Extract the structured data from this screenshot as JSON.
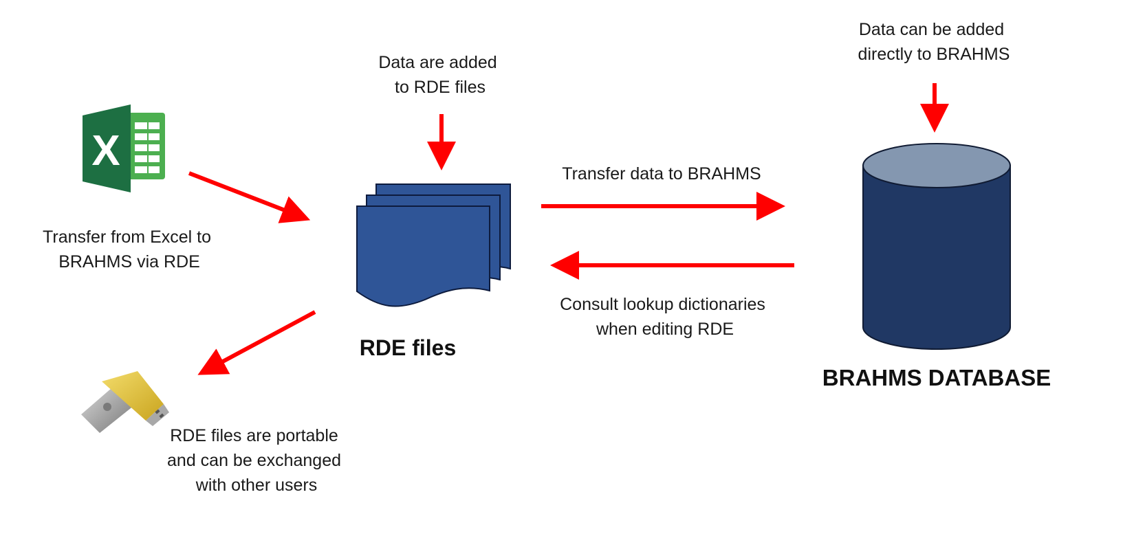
{
  "diagram": {
    "excel_icon": {
      "letter": "X"
    },
    "labels": {
      "data_added_rde": [
        "Data are added",
        "to RDE files"
      ],
      "data_added_brahms": [
        "Data can be added",
        "directly to BRAHMS"
      ],
      "transfer_excel": [
        "Transfer from Excel to",
        "BRAHMS via RDE"
      ],
      "transfer_to_brahms": "Transfer data to BRAHMS",
      "consult_lookup": [
        "Consult lookup dictionaries",
        "when editing RDE"
      ],
      "rde_files": "RDE files",
      "brahms_database": "BRAHMS DATABASE",
      "portable": [
        "RDE files are portable",
        "and can be exchanged",
        "with other users"
      ]
    },
    "colors": {
      "arrow": "#ff0000",
      "document_fill": "#2f5597",
      "document_stroke": "#0d1b3d",
      "database_body": "#203864",
      "database_top": "#8497b0",
      "excel_dark": "#1d6f42",
      "excel_light": "#4caf50",
      "usb_yellow": "#e8c53a",
      "usb_metal": "#b8b8b8"
    }
  }
}
